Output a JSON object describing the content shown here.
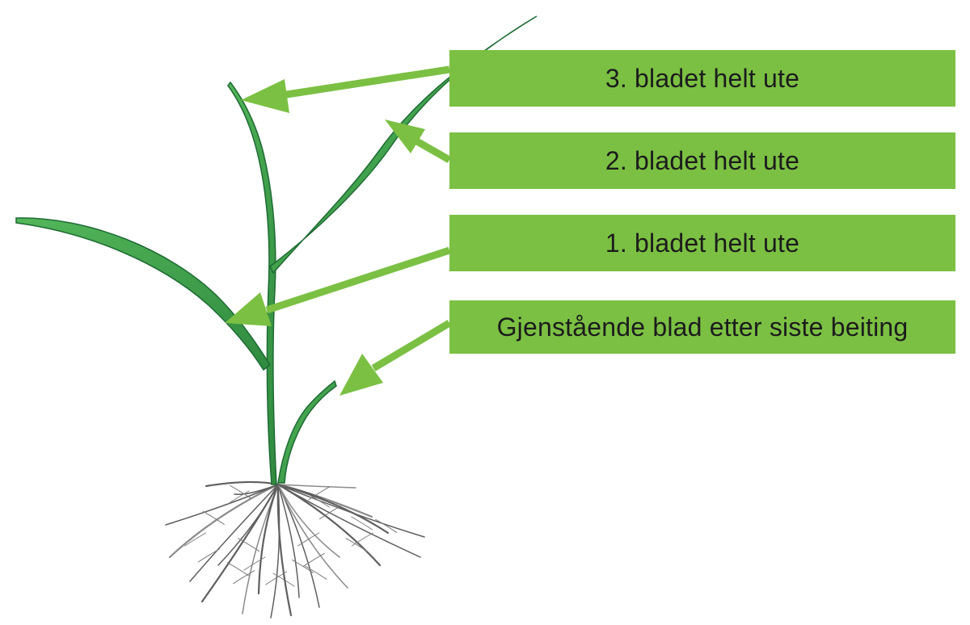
{
  "labels": {
    "leaf_3": "3. bladet helt ute",
    "leaf_2": "2. bladet helt ute",
    "leaf_1": "1. bladet helt ute",
    "remaining": "Gjenstående blad etter siste beiting"
  },
  "colors": {
    "label_box": "#7bc043",
    "arrow": "#7bc043",
    "leaf": "#3fa04a",
    "leaf_dark": "#1e6b34",
    "root": "#6d6d6d",
    "text": "#1c1c1c"
  }
}
